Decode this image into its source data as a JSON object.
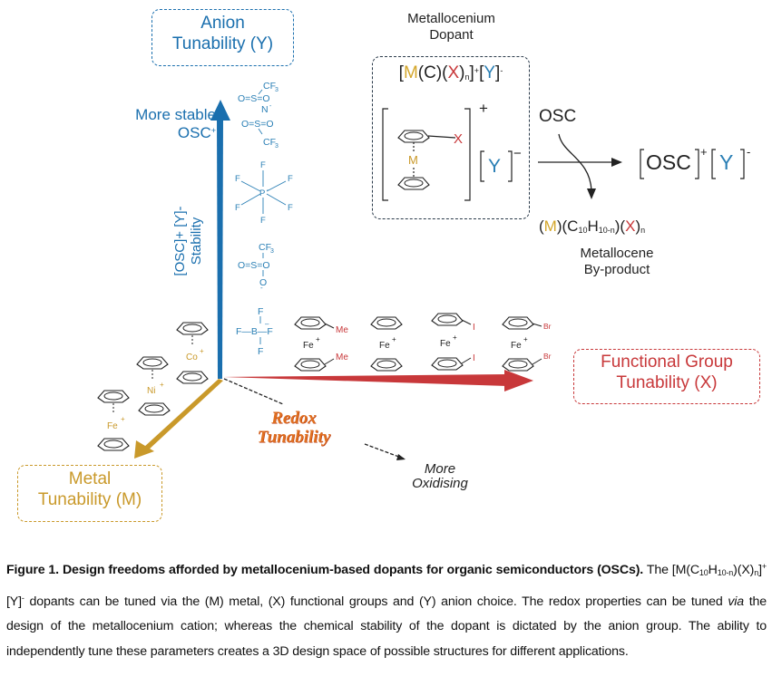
{
  "colors": {
    "anion_axis": "#1a6fae",
    "metal_axis": "#c9992a",
    "functional_axis": "#c8383a",
    "redox_text": "#e07020",
    "molecule_black": "#222222"
  },
  "axes": {
    "anion": {
      "box_line1": "Anion",
      "box_line2": "Tunability (Y)",
      "arrow_label_line1": "More stable",
      "arrow_label_line2": "OSC",
      "arrow_label_sup": "+",
      "side_label_line1": "[OSC]+ [Y]-",
      "side_label_line2": "Stability"
    },
    "metal": {
      "box_line1": "Metal",
      "box_line2": "Tunability (M)"
    },
    "functional": {
      "box_line1": "Functional Group",
      "box_line2": "Tunability (X)"
    },
    "redox": {
      "label_line1": "Redox",
      "label_line2": "Tunability",
      "direction_line1": "More",
      "direction_line2": "Oxidising"
    }
  },
  "anions": [
    {
      "name": "TFSI",
      "atoms": [
        "CF3",
        "O=S=O",
        "N",
        "O=S=O",
        "CF3"
      ]
    },
    {
      "name": "PF6",
      "atoms": [
        "F",
        "F",
        "F",
        "P",
        "F",
        "F",
        "F"
      ]
    },
    {
      "name": "OTf",
      "atoms": [
        "CF3",
        "O=S=O",
        "O-"
      ]
    },
    {
      "name": "BF4",
      "atoms": [
        "F",
        "F",
        "B",
        "F",
        "F"
      ]
    }
  ],
  "metallocenes": [
    {
      "metal": "Co",
      "charge": "+"
    },
    {
      "metal": "Ni",
      "charge": "+"
    },
    {
      "metal": "Fe",
      "charge": "+"
    }
  ],
  "ferroceniums": [
    {
      "metal": "Fe",
      "charge": "+",
      "substituent": "Me"
    },
    {
      "metal": "Fe",
      "charge": "+",
      "substituent": ""
    },
    {
      "metal": "Fe",
      "charge": "+",
      "substituent": "I"
    },
    {
      "metal": "Fe",
      "charge": "+",
      "substituent": "Br"
    }
  ],
  "dopant": {
    "title_line1": "Metallocenium",
    "title_line2": "Dopant",
    "formula": "[M(C)(X)n]+[Y]-",
    "metal_label": "M",
    "substituent_label": "X",
    "anion_label": "Y",
    "cation_charge": "+",
    "anion_charge": "−"
  },
  "reaction": {
    "reagent": "OSC",
    "product": "[OSC]+[Y]-",
    "byproduct_formula": "(M)(C10H10-n)(X)n",
    "byproduct_line1": "Metallocene",
    "byproduct_line2": "By-product"
  },
  "caption": {
    "figure_label": "Figure 1",
    "title": "Design freedoms afforded by metallocenium-based dopants for organic semiconductors (OSCs).",
    "body_part1": "The [M(C",
    "body_part2": "dopants can be tuned via the (M) metal, (X) functional groups and (Y) anion choice. The redox properties can be tuned ",
    "body_via": "via",
    "body_part3": " the design of the metallocenium cation; whereas the chemical stability of the dopant is dictated by the anion group. The ability to independently tune these parameters creates a 3D design space of possible structures for different applications."
  }
}
